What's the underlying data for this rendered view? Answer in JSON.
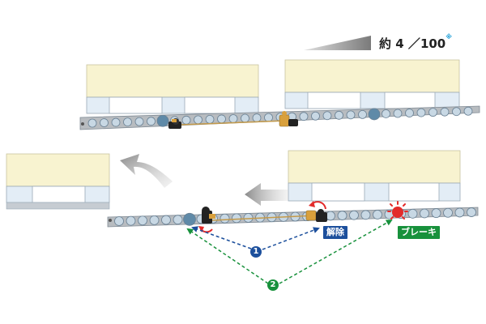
{
  "colors": {
    "slope_gray": "#8a8a8a",
    "rail_gray": "#b8bcc0",
    "roller_fill": "#c8d8e4",
    "roller_stroke": "#6a8194",
    "pallet_cream": "#f8f3d0",
    "pallet_blue": "#e3edf6",
    "release_blue": "#1c4f9c",
    "brake_green": "#18913c",
    "brake_red": "#e32b2b",
    "arrow_gray": "#909090",
    "step1_blue": "#1c4f9c",
    "step2_green": "#18913c"
  },
  "gradient": {
    "prefix": "約",
    "value": "4",
    "separator": "／",
    "denominator": "100",
    "note_mark": "※"
  },
  "labels": {
    "release": "解除",
    "brake": "ブレーキ"
  },
  "steps": {
    "step1": "1",
    "step2": "2"
  },
  "icons": {
    "gradient_indicator": "slope-wedge-icon",
    "move_arrow": "gray-left-arrow-icon",
    "tilt_arrow": "gray-curved-arrow-icon",
    "rotate_arrow": "red-rotate-arrow-icon",
    "brake_burst": "red-burst-icon"
  }
}
